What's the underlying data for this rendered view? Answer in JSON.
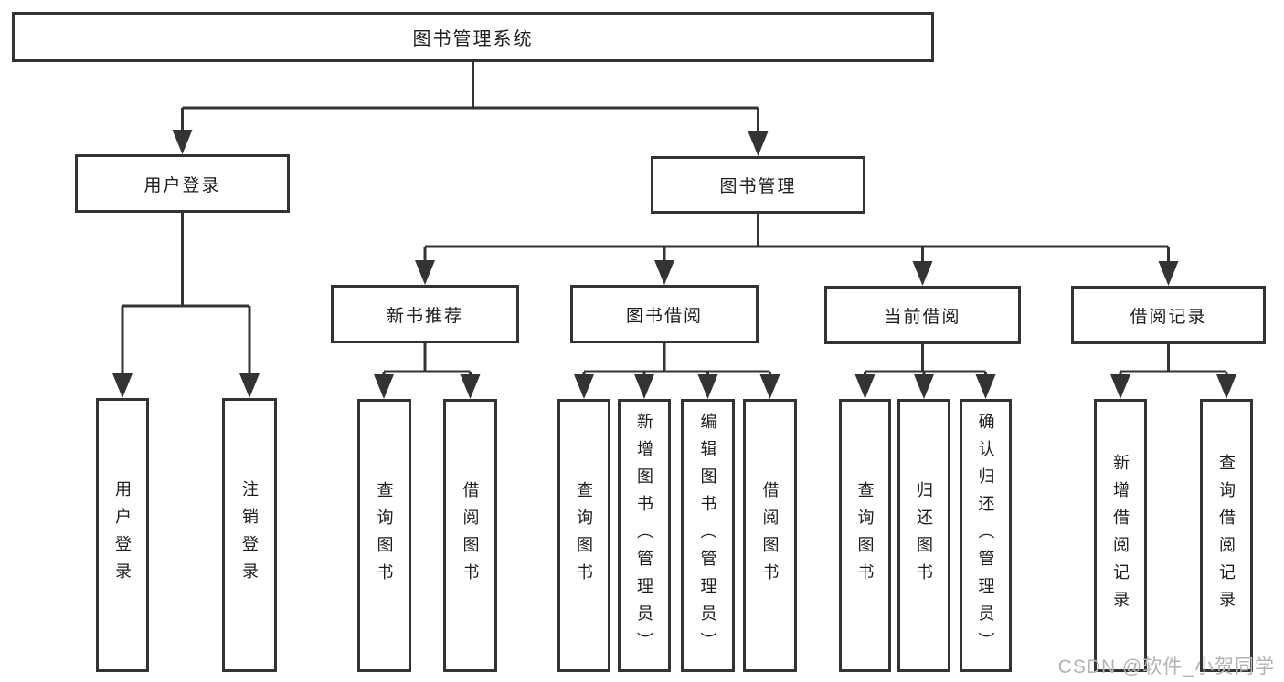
{
  "diagram": {
    "type": "hierarchy-tree",
    "line_color": "#333333",
    "background_color": "#ffffff",
    "tree": {
      "root": {
        "label": "图书管理系统"
      },
      "children": [
        {
          "label": "用户登录",
          "children": [
            {
              "label": "用户登录"
            },
            {
              "label": "注销登录"
            }
          ]
        },
        {
          "label": "图书管理",
          "children": [
            {
              "label": "新书推荐",
              "children": [
                {
                  "label": "查询图书"
                },
                {
                  "label": "借阅图书"
                }
              ]
            },
            {
              "label": "图书借阅",
              "children": [
                {
                  "label": "查询图书"
                },
                {
                  "label": "新增图书（管理员）"
                },
                {
                  "label": "编辑图书（管理员）"
                },
                {
                  "label": "借阅图书"
                }
              ]
            },
            {
              "label": "当前借阅",
              "children": [
                {
                  "label": "查询图书"
                },
                {
                  "label": "归还图书"
                },
                {
                  "label": "确认归还（管理员）"
                }
              ]
            },
            {
              "label": "借阅记录",
              "children": [
                {
                  "label": "新增借阅记录"
                },
                {
                  "label": "查询借阅记录"
                }
              ]
            }
          ]
        }
      ]
    },
    "watermark": {
      "text": "CSDN @软件_小贺同学",
      "color": "#b3b3b3"
    }
  }
}
